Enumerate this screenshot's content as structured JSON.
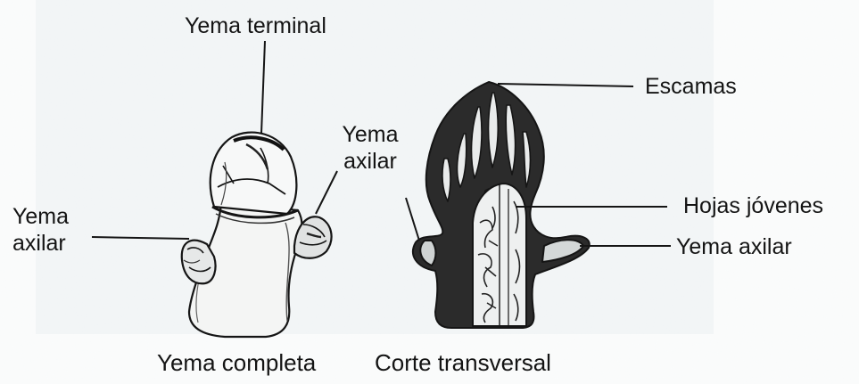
{
  "figures": [
    {
      "id": "yema-completa",
      "caption": "Yema completa",
      "labels": {
        "terminal": "Yema terminal",
        "axilar_right": [
          "Yema",
          "axilar"
        ],
        "axilar_left": [
          "Yema",
          "axilar"
        ]
      }
    },
    {
      "id": "corte-transversal",
      "caption": "Corte transversal",
      "labels": {
        "escamas": "Escamas",
        "hojas_jovenes": "Hojas jóvenes",
        "yema_axilar": "Yema axilar"
      }
    }
  ]
}
